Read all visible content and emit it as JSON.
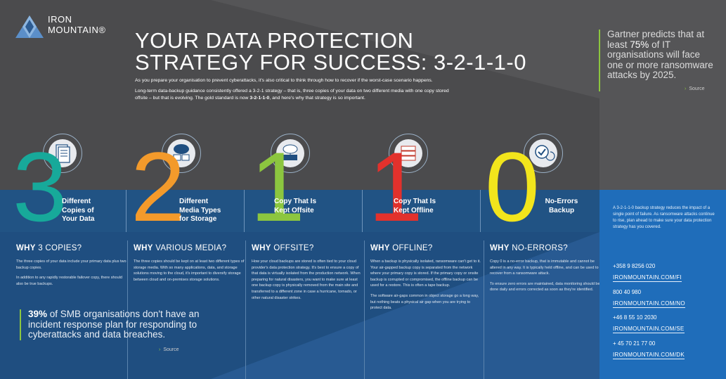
{
  "brand": {
    "line1": "IRON",
    "line2": "MOUNTAIN®"
  },
  "header": {
    "title_line1": "YOUR DATA PROTECTION",
    "title_line2": "STRATEGY FOR SUCCESS: 3-2-1-1-0",
    "intro1": "As you prepare your organisation to prevent cyberattacks, it's also critical to think through how to recover if the worst-case scenario happens.",
    "intro2_a": "Long-term data-backup guidance consistently offered a 3-2-1 strategy – that is, three copies of your data on two different media with one copy stored offsite – but that is evolving. The gold standard is now ",
    "intro2_bold": "3-2-1-1-0",
    "intro2_b": ", and here's why that strategy is so important."
  },
  "gartner": {
    "pre": "Gartner predicts that at least ",
    "pct": "75%",
    "post": " of IT organisations will face one or more ransomware attacks by 2025.",
    "source": "Source"
  },
  "steps": [
    {
      "num": "3",
      "color": "#17a99a",
      "label1": "Different",
      "label2": "Copies of",
      "label3": "Your Data",
      "icon": "document-stack-icon"
    },
    {
      "num": "2",
      "color": "#f39a2b",
      "label1": "Different",
      "label2": "Media Types",
      "label3": "for Storage",
      "icon": "cloud-storage-icon"
    },
    {
      "num": "1",
      "color": "#8cc63f",
      "label1": "Copy That Is",
      "label2": "Kept Offsite",
      "label3": "",
      "icon": "cloud-network-icon"
    },
    {
      "num": "1",
      "color": "#e2312c",
      "label1": "Copy That Is",
      "label2": "Kept Offline",
      "label3": "",
      "icon": "tape-stack-icon"
    },
    {
      "num": "0",
      "color": "#f2e51c",
      "label1": "No-Errors",
      "label2": "Backup",
      "label3": "",
      "icon": "check-refresh-icon"
    }
  ],
  "why": [
    {
      "w": "WHY",
      "t": " 3 COPIES?",
      "p1": "The three copies of your data include your primary data plus two backup copies.",
      "p2": "In addition to any rapidly restorable failover copy, there should also be true backups.",
      "p3": ""
    },
    {
      "w": "WHY",
      "t": " VARIOUS MEDIA?",
      "p1": "The three copies should be kept on at least two different types of storage media. With so many applications, data, and storage solutions moving to the cloud, it's important to diversify storage between cloud and on-premises storage solutions.",
      "p2": "",
      "p3": ""
    },
    {
      "w": "WHY",
      "t": " OFFSITE?",
      "p1": "How your cloud backups are stored is often tied to your cloud provider's data protection strategy. It's best to ensure a copy of that data is virtually isolated from the production network. When preparing for natural disasters, you want to make sure at least one backup copy is physically removed from the main site and transferred to a different zone in case a hurricane, tornado, or other natural disaster strikes.",
      "p2": "",
      "p3": ""
    },
    {
      "w": "WHY",
      "t": " OFFLINE?",
      "p1": "When a backup is physically isolated, ransomware can't get to it. Your air-gapped backup copy is separated from the network where your primary copy is stored. If the primary copy or onsite backup is corrupted or compromised, the offline backup can be used for a restore. This is often a tape backup.",
      "p2": "The software air-gaps common in object storage go a long way, but nothing beats a physical air gap when you are trying to protect data.",
      "p3": ""
    },
    {
      "w": "WHY",
      "t": " NO-ERRORS?",
      "p1": "Copy 0 is a no-error backup, that is immutable and cannot be altered in any way. It is typically held offline, and can be used to recover from a ransomware attack.",
      "p2": "To ensure zero errors are maintained, data monitoring should be done daily and errors corrected as soon as they're identified.",
      "p3": ""
    }
  ],
  "smb": {
    "pct": "39%",
    "text": " of SMB organisations don't have an incident response plan for responding to cyberattacks and data breaches.",
    "source": "Source"
  },
  "sidebar": {
    "blurb": "A 3-2-1-1-0 backup strategy reduces the impact of a single point of failure. As ransomware attacks continue to rise, plan ahead to make sure your data protection strategy has you covered.",
    "contacts": [
      {
        "phone": "+358 9 8256 020",
        "url": "IRONMOUNTAIN.COM/FI"
      },
      {
        "phone": "800 40 980",
        "url": "IRONMOUNTAIN.COM/NO"
      },
      {
        "phone": "+46 8 55 10 2030",
        "url": "IRONMOUNTAIN.COM/SE"
      },
      {
        "phone": "+ 45 70 21 77 00",
        "url": "IRONMOUNTAIN.COM/DK"
      }
    ]
  }
}
